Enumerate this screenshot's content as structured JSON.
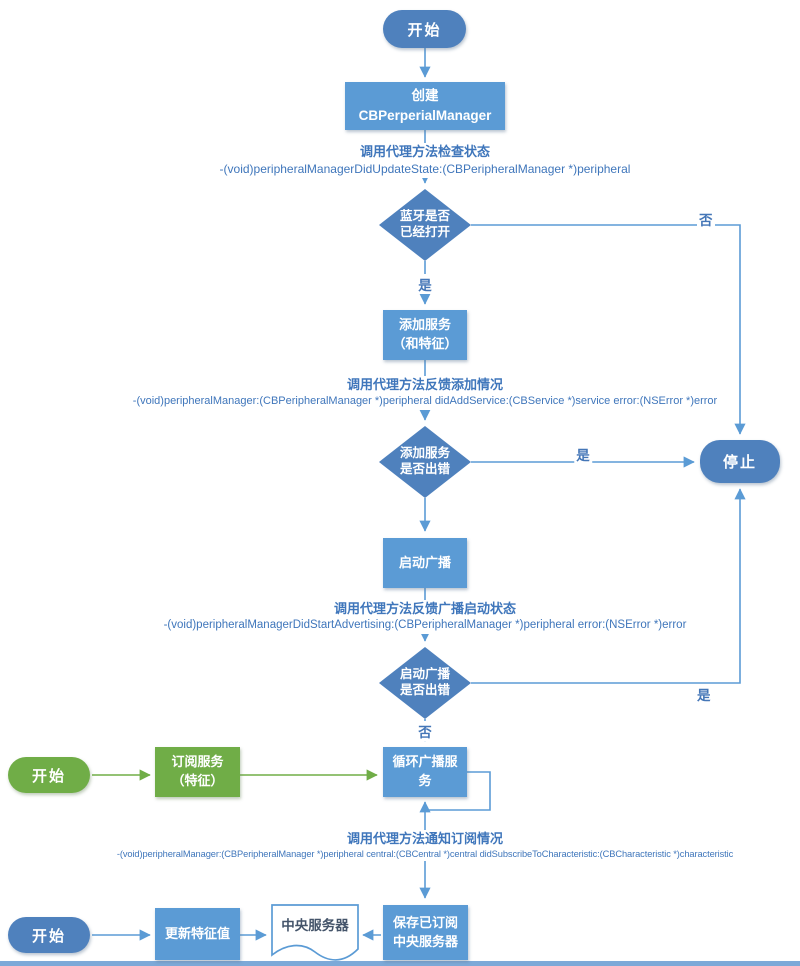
{
  "colors": {
    "process_fill": "#5b9bd5",
    "terminator_fill": "#4f81bd",
    "decision_fill": "#4f81bd",
    "green_fill": "#70ad47",
    "connector_blue": "#5b9bd5",
    "connector_green": "#70ad47",
    "annotation_text": "#3f76bb",
    "document_text": "#44546a"
  },
  "nodes": {
    "start_top": {
      "label": "开始"
    },
    "create_manager": {
      "label": "创建\nCBPerperialManager"
    },
    "decision_bluetooth": {
      "label": "蓝牙是否\n已经打开"
    },
    "add_service": {
      "label": "添加服务\n（和特征）"
    },
    "decision_add_service": {
      "label": "添加服务\n是否出错"
    },
    "stop": {
      "label": "停止"
    },
    "start_advertising": {
      "label": "启动广播"
    },
    "decision_advertising": {
      "label": "启动广播\n是否出错"
    },
    "loop_broadcast": {
      "label": "循环广播服务"
    },
    "start_subscribe": {
      "label": "开始"
    },
    "subscribe_service": {
      "label": "订阅服务\n（特征）"
    },
    "start_update": {
      "label": "开始"
    },
    "update_characteristic": {
      "label": "更新特征值"
    },
    "central_server_doc": {
      "label": "中央服务器"
    },
    "save_subscribed": {
      "label": "保存已订阅\n中央服务器"
    }
  },
  "edge_labels": {
    "bluetooth_no": "否",
    "bluetooth_yes": "是",
    "add_error_yes": "是",
    "adv_error_yes": "是",
    "adv_error_no": "否"
  },
  "annotations": [
    {
      "title": "调用代理方法检查状态",
      "code": "-(void)peripheralManagerDidUpdateState:(CBPeripheralManager *)peripheral"
    },
    {
      "title": "调用代理方法反馈添加情况",
      "code": "-(void)peripheralManager:(CBPeripheralManager *)peripheral didAddService:(CBService *)service error:(NSError *)error"
    },
    {
      "title": "调用代理方法反馈广播启动状态",
      "code": "-(void)peripheralManagerDidStartAdvertising:(CBPeripheralManager *)peripheral error:(NSError *)error"
    },
    {
      "title": "调用代理方法通知订阅情况",
      "code": "-(void)peripheralManager:(CBPeripheralManager *)peripheral central:(CBCentral *)central didSubscribeToCharacteristic:(CBCharacteristic *)characteristic"
    }
  ]
}
